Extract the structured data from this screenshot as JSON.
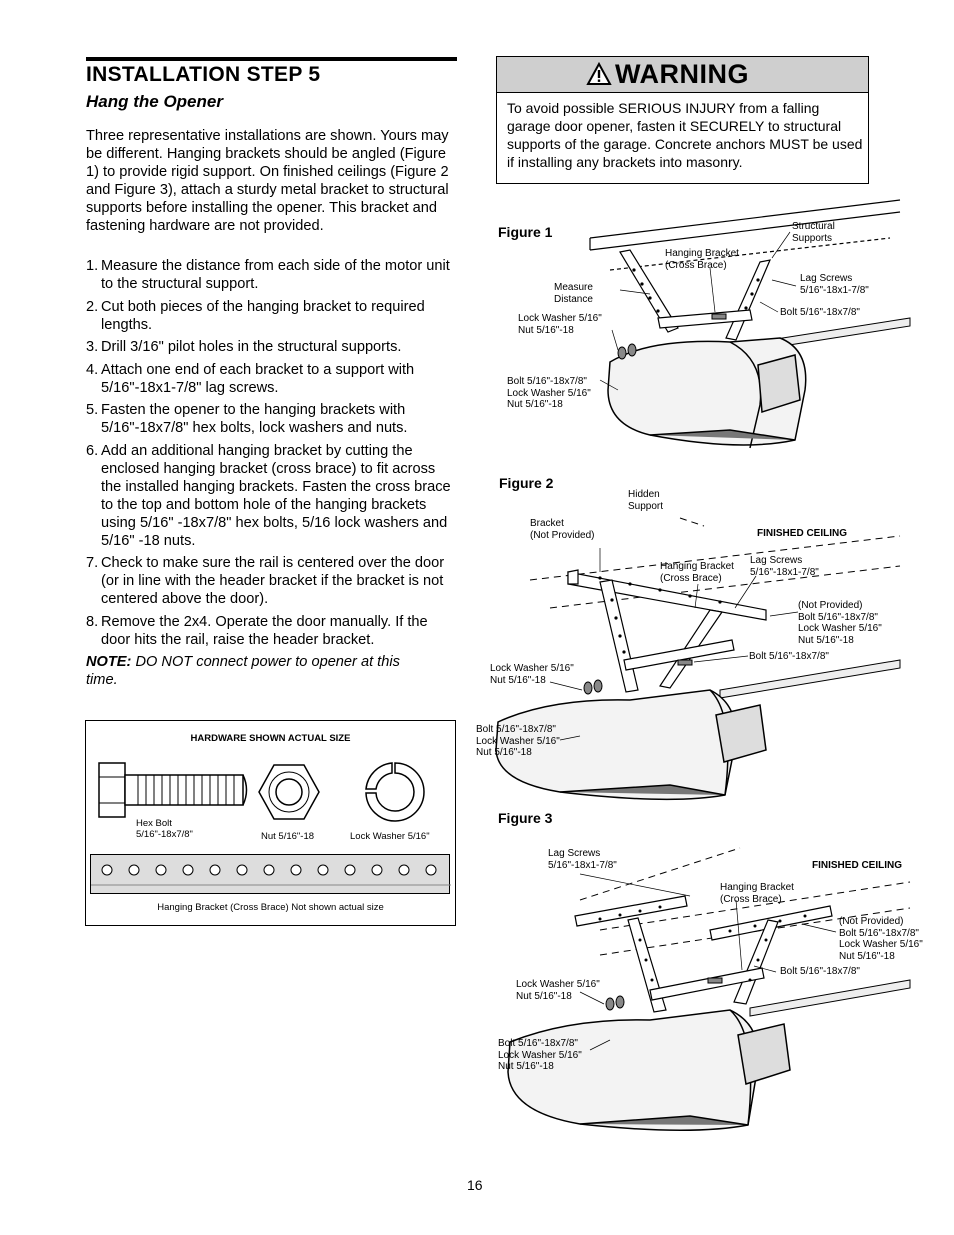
{
  "header": {
    "step_title": "INSTALLATION STEP 5",
    "subtitle": "Hang the Opener"
  },
  "intro": "Three representative installations are shown. Yours may be different. Hanging brackets should be angled (Figure 1) to provide rigid support. On finished ceilings (Figure 2 and Figure 3), attach a sturdy metal bracket to structural supports before installing the opener. This bracket and fastening hardware are not provided.",
  "steps": [
    {
      "num": "1.",
      "text": "Measure the distance from each side of the motor unit to the structural support."
    },
    {
      "num": "2.",
      "text": "Cut both pieces of the hanging bracket to required lengths."
    },
    {
      "num": "3.",
      "text": "Drill 3/16\" pilot holes in the structural supports."
    },
    {
      "num": "4.",
      "text": "Attach one end of each bracket to a support with 5/16\"-18x1-7/8\" lag screws."
    },
    {
      "num": "5.",
      "text": "Fasten the opener to the hanging brackets with 5/16\"-18x7/8\" hex bolts, lock washers and nuts."
    },
    {
      "num": "6.",
      "text": "Add an additional hanging bracket by cutting the enclosed hanging bracket (cross brace) to fit across the installed hanging brackets. Fasten the cross brace to the top and bottom hole of the hanging brackets using 5/16\" -18x7/8\" hex bolts, 5/16 lock washers and 5/16\" -18 nuts."
    },
    {
      "num": "7.",
      "text": "Check to make sure the rail is centered over the door (or in line with the header bracket if the bracket is not centered above the door)."
    },
    {
      "num": "8.",
      "text": "Remove the 2x4. Operate the door manually. If the door hits the rail, raise the header bracket."
    }
  ],
  "note": {
    "label": "NOTE:",
    "text": " DO NOT connect power to opener at this time."
  },
  "hardware": {
    "title": "HARDWARE SHOWN ACTUAL SIZE",
    "hex_bolt": "Hex Bolt\n5/16\"-18x7/8\"",
    "nut": "Nut 5/16\"-18",
    "lock_washer": "Lock Washer 5/16\"",
    "brace_caption": "Hanging Bracket (Cross Brace) Not shown actual size"
  },
  "warning": {
    "title": "WARNING",
    "text": "To avoid possible SERIOUS INJURY from a falling garage door opener, fasten it SECURELY to structural supports of the garage. Concrete anchors MUST be used if installing any brackets into masonry."
  },
  "figure1": {
    "label": "Figure 1",
    "structural_supports": "Structural\nSupports",
    "hanging_bracket": "Hanging Bracket\n(Cross Brace)",
    "measure_distance": "Measure\nDistance",
    "lag_screws": "Lag Screws\n5/16\"-18x1-7/8\"",
    "bolt_right": "Bolt 5/16\"-18x7/8\"",
    "lockwasher_nut": "Lock Washer 5/16\"\nNut 5/16\"-18",
    "bolt_stack": "Bolt 5/16\"-18x7/8\"\nLock Washer 5/16\"\nNut 5/16\"-18"
  },
  "figure2": {
    "label": "Figure 2",
    "hidden_support": "Hidden\nSupport",
    "bracket_np": "Bracket\n(Not Provided)",
    "finished_ceiling": "FINISHED CEILING",
    "lag_screws": "Lag Screws\n5/16\"-18x1-7/8\"",
    "hanging_bracket": "Hanging Bracket\n(Cross Brace)",
    "not_provided_stack": "(Not Provided)\nBolt 5/16\"-18x7/8\"\nLock Washer 5/16\"\nNut 5/16\"-18",
    "bolt_right": "Bolt 5/16\"-18x7/8\"",
    "lockwasher_nut": "Lock Washer 5/16\"\nNut 5/16\"-18",
    "bolt_stack": "Bolt 5/16\"-18x7/8\"\nLock Washer 5/16\"\nNut 5/16\"-18"
  },
  "figure3": {
    "label": "Figure 3",
    "lag_screws": "Lag Screws\n5/16\"-18x1-7/8\"",
    "finished_ceiling": "FINISHED CEILING",
    "hanging_bracket": "Hanging Bracket\n(Cross Brace)",
    "not_provided_stack": "(Not Provided)\nBolt 5/16\"-18x7/8\"\nLock Washer 5/16\"\nNut 5/16\"-18",
    "bolt_right": "Bolt 5/16\"-18x7/8\"",
    "lockwasher_nut": "Lock Washer 5/16\"\nNut 5/16\"-18",
    "bolt_stack": "Bolt 5/16\"-18x7/8\"\nLock Washer 5/16\"\nNut 5/16\"-18"
  },
  "page_number": "16"
}
